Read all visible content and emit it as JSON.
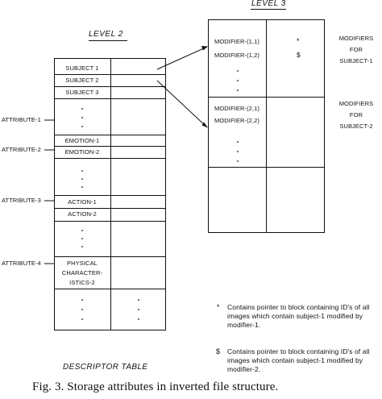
{
  "level3_title": "LEVEL 3",
  "level2_title": "LEVEL 2",
  "descriptor_table_label": "DESCRIPTOR TABLE",
  "caption": "Fig. 3.   Storage attributes in inverted file structure.",
  "level2_cells": [
    "SUBJECT 1",
    "SUBJECT 2",
    "SUBJECT 3",
    "EMOTION-1",
    "EMOTION-2",
    "ACTION-1",
    "ACTION-2",
    "PHYSICAL",
    "CHARACTER-",
    "ISTICS-2"
  ],
  "attribute_labels": [
    "ATTRIBUTE-1",
    "ATTRIBUTE-2",
    "ATTRIBUTE-3",
    "ATTRIBUTE-4"
  ],
  "level3_block1": [
    "MODIFIER-(1,1)",
    "MODIFIER-(1,2)"
  ],
  "level3_block2": [
    "MODIFIER-(2,1)",
    "MODIFIER-(2,2)"
  ],
  "level3_marks": [
    "*",
    "$"
  ],
  "side_labels_1": [
    "MODIFIERS",
    "FOR",
    "SUBJECT-1"
  ],
  "side_labels_2": [
    "MODIFIERS",
    "FOR",
    "SUBJECT-2"
  ],
  "notes": [
    {
      "mark": "*",
      "text": "Contains pointer to block containing ID's of all images which contain subject-1 modified by modifier-1."
    },
    {
      "mark": "$",
      "text": "Contains pointer to block containing ID's of all images which contain subject-1 modified by modifier-2."
    }
  ]
}
